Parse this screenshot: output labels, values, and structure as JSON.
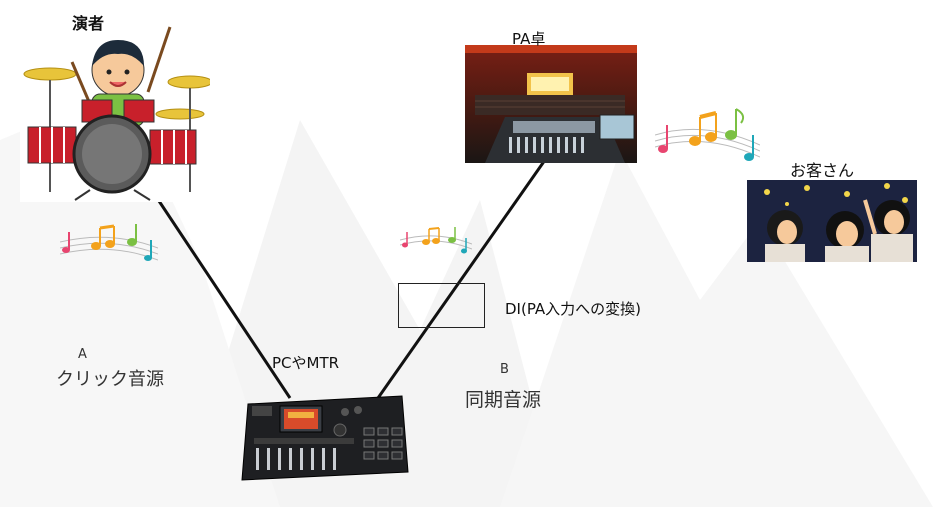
{
  "labels": {
    "performer": "演者",
    "pa_desk": "PA卓",
    "audience": "お客さん",
    "di": "DI(PA入力への変換)",
    "pc_mtr": "PCやMTR",
    "a_letter": "A",
    "a_source": "クリック音源",
    "b_letter": "B",
    "b_source": "同期音源"
  },
  "colors": {
    "drum_red": "#c8202b",
    "skin": "#f6c99b",
    "shirt_green": "#7bc043",
    "cymbal": "#e8c43a",
    "cable": "#111111",
    "note_pink": "#e8456f",
    "note_orange": "#f3a21c",
    "note_green": "#7bc043",
    "note_teal": "#1fa7b8"
  }
}
